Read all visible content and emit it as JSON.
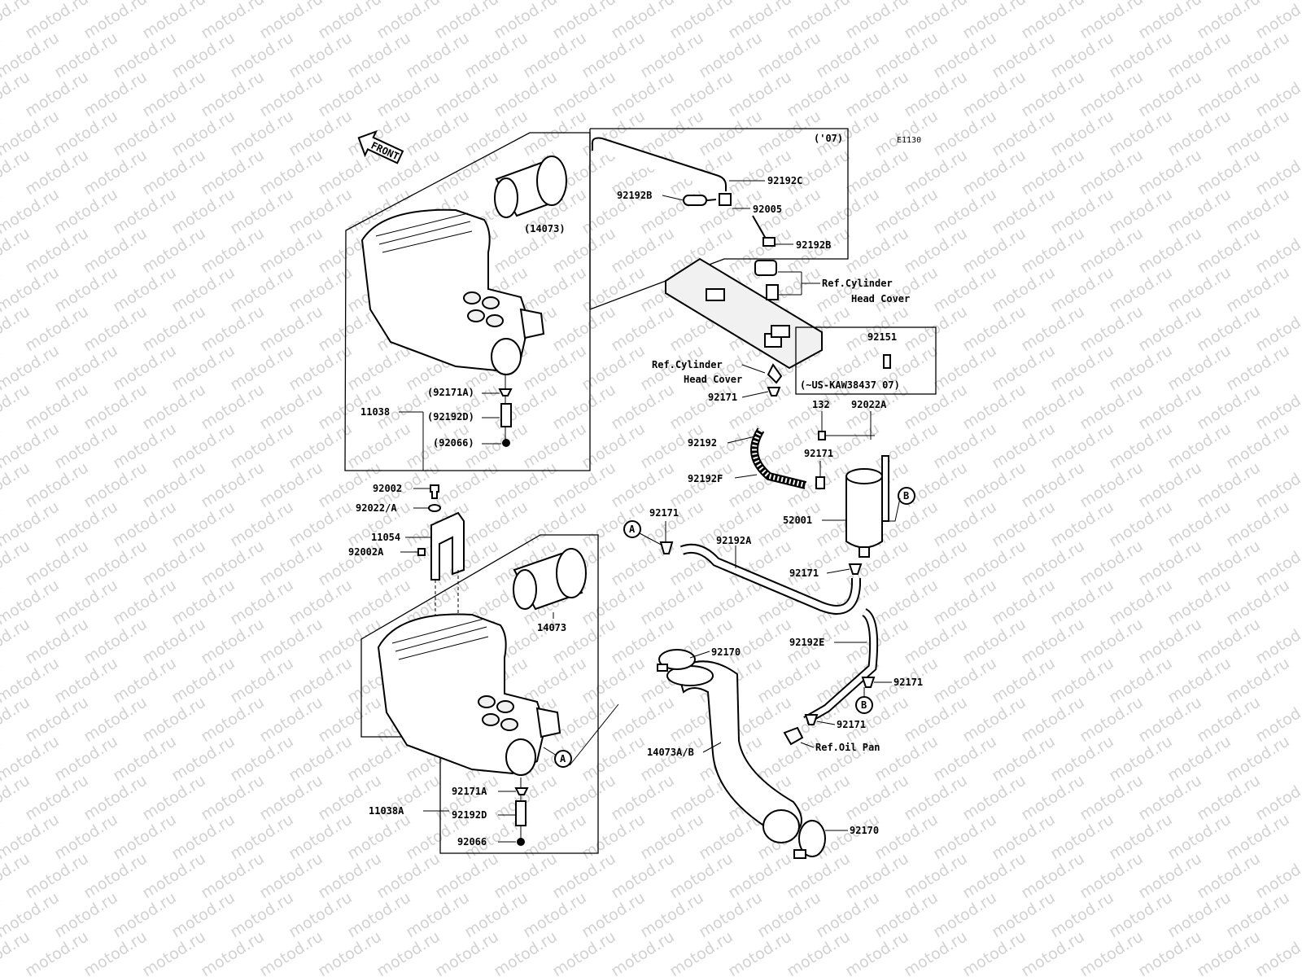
{
  "diagram_code": "E1130",
  "front_label": "FRONT",
  "watermark": "motod.ru",
  "colors": {
    "line": "#000000",
    "watermark": "#d2d2d2",
    "background": "#ffffff"
  },
  "upper_assembly": {
    "year_label": "('07)",
    "labels": {
      "hose_c": "92192C",
      "hose_b_left": "92192B",
      "joint": "92005",
      "hose_b_right": "92192B",
      "duct_ref": "(14073)",
      "clamp_ref": "(92171A)",
      "hose_d_ref": "(92192D)",
      "plug_ref": "(92066)",
      "housing": "11038"
    }
  },
  "cylinder_head": {
    "ref_top_line1": "Ref.Cylinder",
    "ref_top_line2": "Head Cover",
    "ref_bottom_line1": "Ref.Cylinder",
    "ref_bottom_line2": "Head Cover"
  },
  "bolt_box": {
    "part": "92151",
    "note": "(~US-KAW38437  07)"
  },
  "separator": {
    "clamp_top": "92171",
    "hose": "92192",
    "hose_f": "92192F",
    "bolt": "132",
    "washer": "92022A",
    "clamp_mid": "92171",
    "tank": "52001",
    "clamp_bottom": "92171",
    "ref_b": "B"
  },
  "bracket": {
    "bolt": "92002",
    "washer": "92022/A",
    "bracket": "11054",
    "bolt_a": "92002A"
  },
  "lower_assembly": {
    "duct": "14073",
    "clamp": "92171A",
    "hose_d": "92192D",
    "plug": "92066",
    "housing": "11038A",
    "ref_a": "A"
  },
  "return_line": {
    "ref_a": "A",
    "clamp": "92171",
    "hose_a": "92192A",
    "hose_e": "92192E",
    "clamp_e": "92171",
    "ref_b": "B",
    "clamp_pan": "92171",
    "ref_oil_pan": "Ref.Oil Pan"
  },
  "intake_duct": {
    "clamp_top": "92170",
    "duct": "14073A/B",
    "clamp_bottom": "92170"
  }
}
